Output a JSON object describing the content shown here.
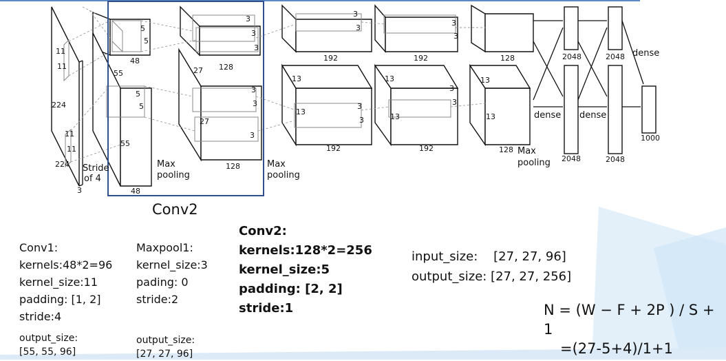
{
  "diagram": {
    "labels": {
      "k11a": "11",
      "k11b": "11",
      "in224v": "224",
      "k11c": "11",
      "k11d": "11",
      "in224h": "224",
      "stride": "Stride",
      "of4": "of 4",
      "ch3": "3",
      "c1_5a": "5",
      "c1_5b": "5",
      "c1_48a": "48",
      "c1_55a": "55",
      "c1_5c": "5",
      "c1_5d": "5",
      "c1_55b": "55",
      "c1_48b": "48",
      "mp1": "Max",
      "mp1b": "pooling",
      "c2_3a": "3",
      "c2_3b": "3",
      "c2_3c": "3",
      "c2_128a": "128",
      "c2_27a": "27",
      "c2_3d": "3",
      "c2_3e": "3",
      "c2_27b": "27",
      "c2_3f": "3",
      "c2_128b": "128",
      "mp2": "Max",
      "mp2b": "pooling",
      "c3_3a": "3",
      "c3_3b": "3",
      "c3_192a": "192",
      "c3_13a": "13",
      "c3_13b": "13",
      "c3_3c": "3",
      "c3_3d": "3",
      "c3_192b": "192",
      "c4_3a": "3",
      "c4_3b": "3",
      "c4_192a": "192",
      "c4_13a": "13",
      "c4_13b": "13",
      "c4_3c": "3",
      "c4_3d": "3",
      "c4_192b": "192",
      "c5_128a": "128",
      "c5_13a": "13",
      "c5_13b": "13",
      "c5_128b": "128",
      "mp3": "Max",
      "mp3b": "pooling",
      "fc_2048a": "2048",
      "fc_2048b": "2048",
      "fc_2048c": "2048",
      "fc_2048d": "2048",
      "dense1": "dense",
      "dense2": "dense",
      "dense3": "dense",
      "out1000": "1000"
    }
  },
  "conv2_caption": "Conv2",
  "conv1": {
    "title": "Conv1:",
    "kernels": "kernels:48*2=96",
    "kernel_size": "kernel_size:11",
    "padding": "padding: [1, 2]",
    "stride": "stride:4",
    "output_label": "output_size:",
    "output_value": "[55, 55, 96]"
  },
  "maxpool1": {
    "title": "Maxpool1:",
    "kernel_size": "kernel_size:3",
    "padding": "pading: 0",
    "stride": "stride:2",
    "output_label": "output_size:",
    "output_value": "[27, 27, 96]"
  },
  "conv2": {
    "title": "Conv2:",
    "kernels": "kernels:128*2=256",
    "kernel_size": "kernel_size:5",
    "padding": "padding: [2, 2]",
    "stride": "stride:1"
  },
  "sizes": {
    "input": "input_size:    [27, 27, 96]",
    "output": "output_size: [27, 27, 256]"
  },
  "formula": {
    "line1": "N = (W − F + 2P ) / S + 1",
    "line2": "=(27-5+4)/1+1"
  },
  "colors": {
    "selection_box": "#2f4f8f",
    "decor_blue": "#d6e9f7"
  }
}
